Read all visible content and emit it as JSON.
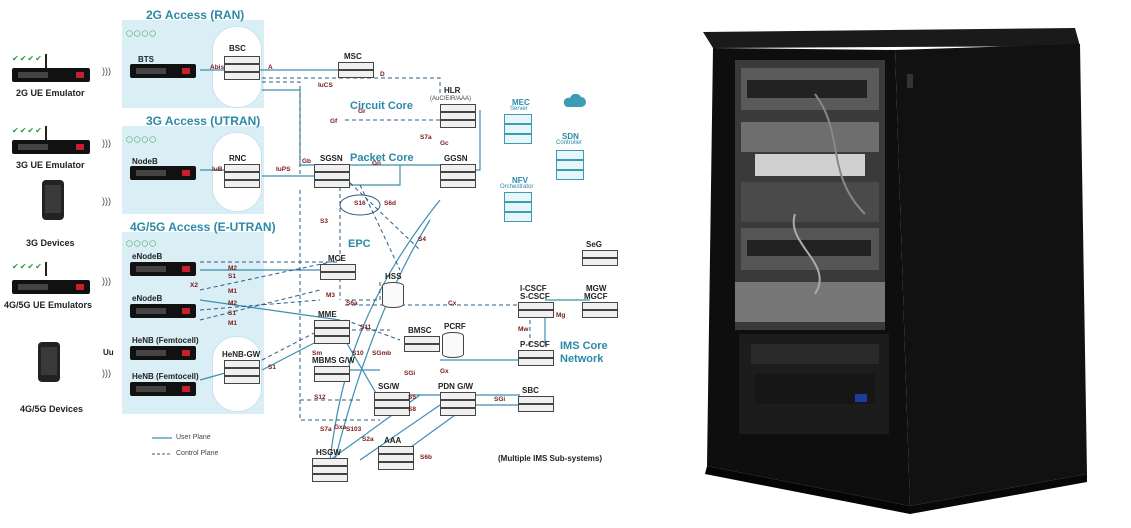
{
  "zones": {
    "ran2g": "2G Access (RAN)",
    "utran3g": "3G Access (UTRAN)",
    "eutran": "4G/5G Access (E-UTRAN)"
  },
  "devices": {
    "ue2g": "2G UE Emulator",
    "ue3g": "3G UE Emulator",
    "dev3g": "3G Devices",
    "ue45g": "4G/5G UE Emulators",
    "dev45g": "4G/5G Devices",
    "uu": "Uu"
  },
  "ran_nodes": {
    "bts": "BTS",
    "bsc": "BSC",
    "nodeb": "NodeB",
    "rnc": "RNC",
    "enodeb1": "eNodeB",
    "enodeb2": "eNodeB",
    "henb1": "HeNB (Femtocell)",
    "henb2": "HeNB (Femtocell)",
    "henbgw": "HeNB-GW"
  },
  "core_titles": {
    "circuit": "Circuit Core",
    "packet": "Packet Core",
    "epc": "EPC",
    "ims": "IMS Core\nNetwork"
  },
  "core_nodes": {
    "msc": "MSC",
    "hlr": "HLR",
    "hlr_sub": "(AuC/EIR/AAA)",
    "sgsn": "SGSN",
    "ggsn": "GGSN",
    "mce": "MCE",
    "hss": "HSS",
    "mme": "MME",
    "mbmsgw": "MBMS G/W",
    "bmsc": "BMSC",
    "pcrf": "PCRF",
    "sgw": "SG/W",
    "pdngw": "PDN G/W",
    "hsgw": "HSGW",
    "aaa": "AAA",
    "sbc": "SBC",
    "icscf": "I-CSCF",
    "scscf": "S-CSCF",
    "pcscf": "P-CSCF",
    "seg": "SeG",
    "mgw": "MGW",
    "mgcf": "MGCF",
    "mec": "MEC",
    "mec_sub": "Server",
    "sdn": "SDN",
    "sdn_sub": "Controller",
    "nfv": "NFV",
    "nfv_sub": "Orchestrator"
  },
  "interfaces": {
    "abis": "Abis",
    "a": "A",
    "iucs": "IuCS",
    "d": "D",
    "gr": "Gr",
    "gf": "Gf",
    "gc": "Gc",
    "s7a": "S7a",
    "iub": "IuB",
    "iups": "IuPS",
    "gb": "Gb",
    "gn": "Gn",
    "s16": "S16",
    "s6d": "S6d",
    "s3": "S3",
    "s4": "S4",
    "m2a": "M2",
    "s1a": "S1",
    "x2": "X2",
    "m1a": "M1",
    "m2b": "M2",
    "s1b": "S1",
    "m1b": "M1",
    "m3": "M3",
    "s6a": "S6a",
    "cx": "Cx",
    "mw": "Mw",
    "mg": "Mg",
    "s11": "S11",
    "sm": "Sm",
    "s10": "S10",
    "sgmb": "SGmb",
    "s1c": "S1",
    "sgi1": "SGi",
    "gx": "Gx",
    "s5": "S5",
    "s8": "S8",
    "sgi2": "SGi",
    "s12": "S12",
    "s2a": "S2a",
    "s6b": "S6b",
    "s103": "S103",
    "gxa": "Gxa",
    "s7a2": "S7a"
  },
  "legend": {
    "user_plane": "User Plane",
    "control_plane": "Control Plane"
  },
  "footnote": "(Multiple IMS Sub-systems)",
  "colors": {
    "zone_fill": "#d9eef5",
    "title_teal": "#2a8aa8",
    "user_plane": "#3d8fb0",
    "control_plane": "#2c5d86",
    "interface_red": "#7a1a1a",
    "cabinet": "#0e0e0e"
  },
  "icons": {
    "emulator": "rack-emulator-icon",
    "phone": "smartphone-icon",
    "server": "server-rack-icon",
    "database": "database-icon",
    "cloud": "cloud-icon",
    "radio": "radio-waves-icon",
    "check": "checkmark-icon"
  }
}
